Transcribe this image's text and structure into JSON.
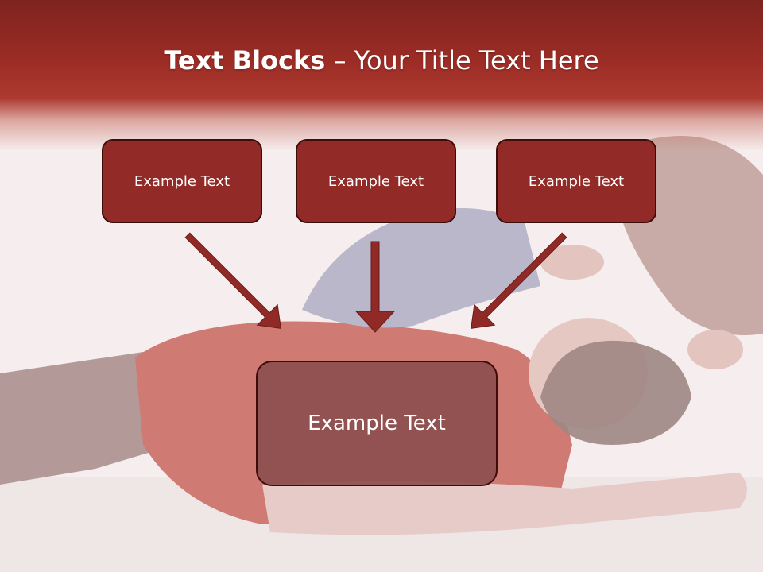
{
  "slide": {
    "title_bold": "Text Blocks",
    "title_separator": " – ",
    "title_rest": "Your Title Text Here",
    "blocks": [
      {
        "label": "Example Text"
      },
      {
        "label": "Example Text"
      },
      {
        "label": "Example Text"
      }
    ],
    "target_block": {
      "label": "Example Text"
    }
  },
  "colors": {
    "accent": "#922b27",
    "box_border": "#3d0d0b",
    "target_fill": "#8c4e4e",
    "arrow": "#8f2a26"
  },
  "icons": {
    "arrow": "arrow-down-icon"
  }
}
